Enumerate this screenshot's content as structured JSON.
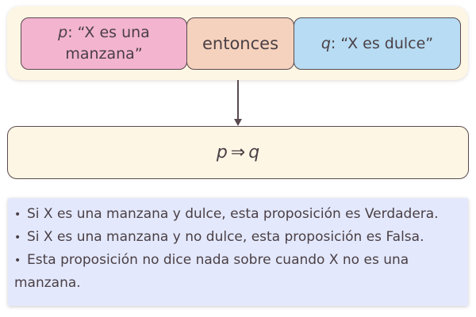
{
  "premise": {
    "p": {
      "symbol": "p",
      "text": ": “X es una manzana”",
      "color": "#f3b4cf"
    },
    "connector": {
      "text": "entonces",
      "color": "#f5d2bd"
    },
    "q": {
      "symbol": "q",
      "text": ": “X es dulce”",
      "color": "#b7dcf3"
    }
  },
  "result": {
    "left": "p",
    "operator": "⇒",
    "right": "q"
  },
  "notes": {
    "bullet": "•",
    "items": [
      "Si X es una manzana y dulce, esta proposición es Verdadera.",
      "Si X es una manzana y no dulce, esta proposición es Falsa.",
      "Esta proposición no dice nada sobre cuando X no es una manzana."
    ]
  }
}
